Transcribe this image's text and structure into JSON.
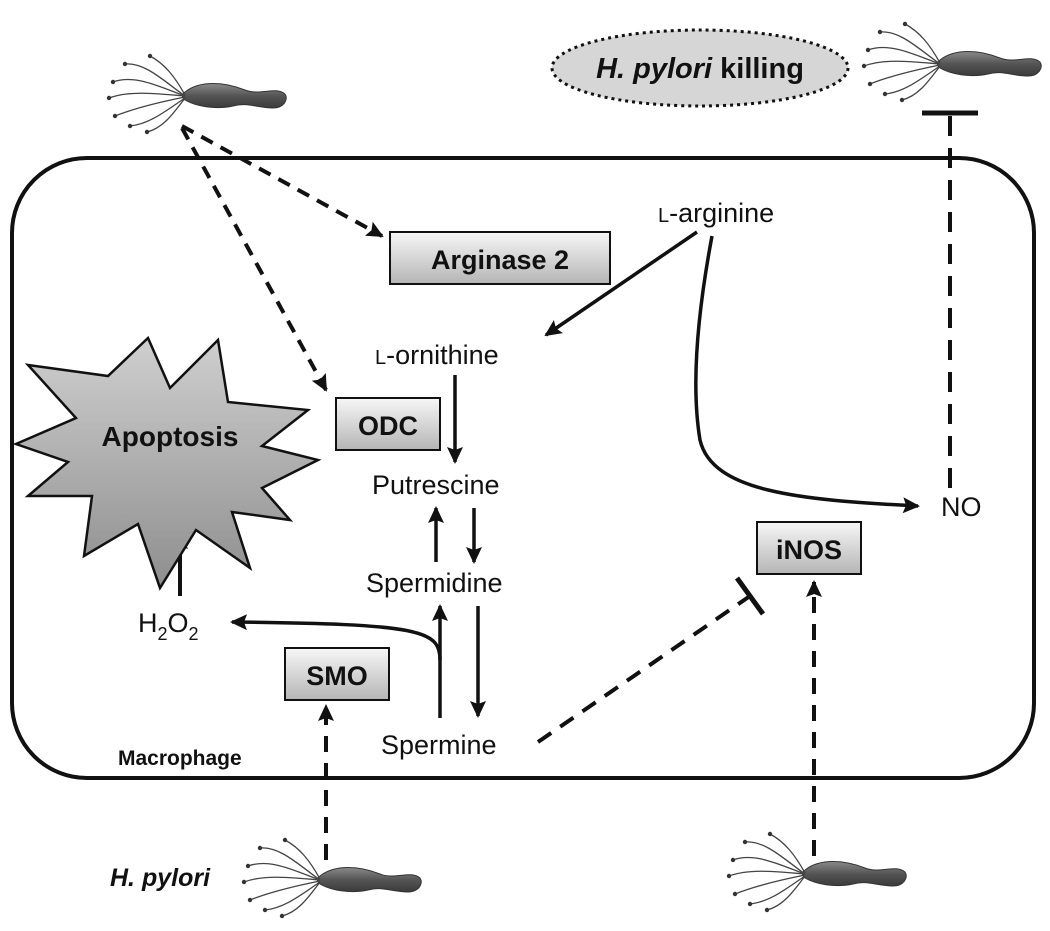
{
  "nodes": {
    "l_arginine": {
      "prefix": "L",
      "rest": "-arginine"
    },
    "l_ornithine": {
      "prefix": "L",
      "rest": "-ornithine"
    },
    "putrescine": "Putrescine",
    "spermidine": "Spermidine",
    "spermine": "Spermine",
    "no": "NO",
    "h2o2": {
      "h": "H",
      "sub1": "2",
      "o": "O",
      "sub2": "2"
    }
  },
  "enzymes": {
    "arginase2": "Arginase 2",
    "odc": "ODC",
    "smo": "SMO",
    "inos": "iNOS"
  },
  "outcomes": {
    "apoptosis": "Apoptosis",
    "killing_italic": "H. pylori",
    "killing_rest": " killing"
  },
  "labels": {
    "macrophage": "Macrophage",
    "hpylori": "H. pylori"
  },
  "colors": {
    "box_fill_light": "#f2f2f2",
    "box_fill_dark": "#b8b8b8",
    "apoptosis_fill": "#a9a9a9",
    "ellipse_fill": "#d3d3d3",
    "bacterium_body": "#6e6e6e",
    "stroke": "#111111"
  }
}
